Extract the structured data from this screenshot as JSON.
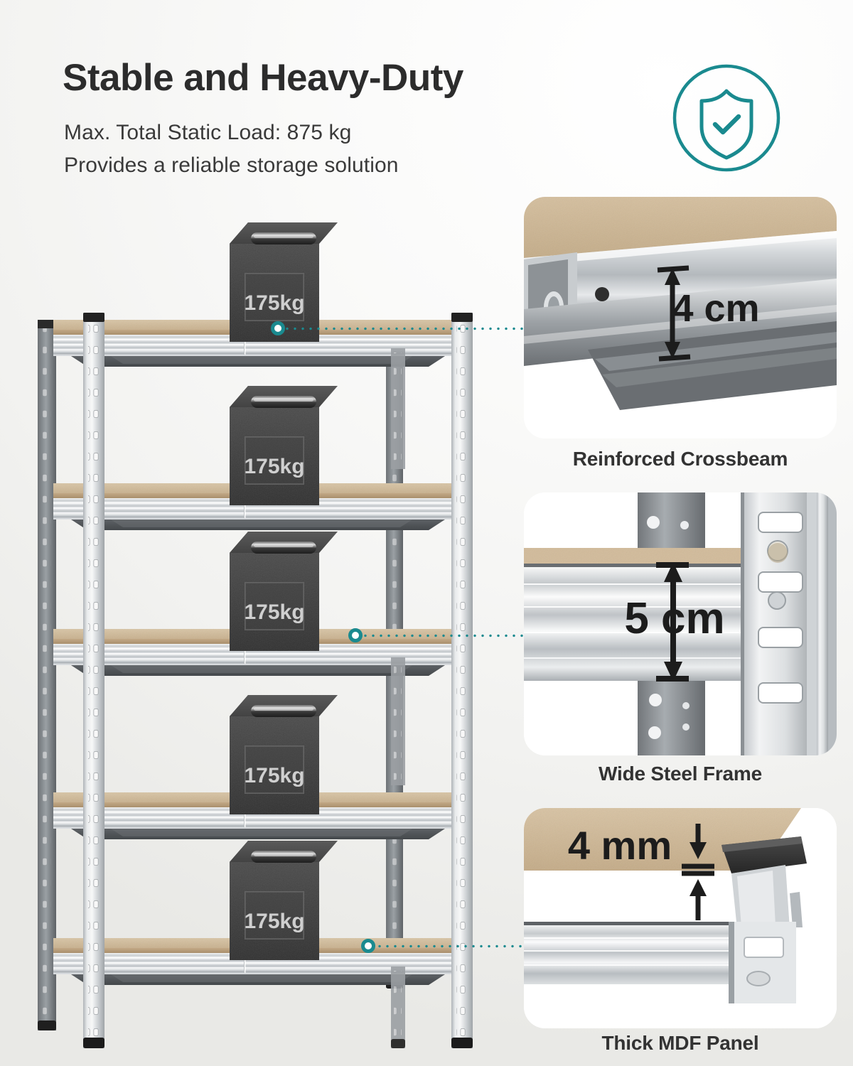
{
  "header": {
    "headline": "Stable and Heavy-Duty",
    "subtitle_line1": "Max. Total Static Load: 875 kg",
    "subtitle_line2": "Provides a reliable storage solution",
    "badge_icon": "shield-check-icon"
  },
  "theme": {
    "accent_teal": "#1a8a8f",
    "text_dark": "#2c2c2c",
    "text_body": "#3a3a3a",
    "mdf_tan": "#c9b393",
    "steel_silver": "#d6d8d9",
    "weight_dark": "#3b3b3b",
    "background": "#fbfbfa"
  },
  "product": {
    "type": "5-tier galvanized steel storage shelving unit",
    "shelf_count": 5,
    "shelf_load_label": "175kg",
    "weights": [
      {
        "label": "175kg",
        "tier": 1
      },
      {
        "label": "175kg",
        "tier": 2
      },
      {
        "label": "175kg",
        "tier": 3
      },
      {
        "label": "175kg",
        "tier": 4
      },
      {
        "label": "175kg",
        "tier": 5
      }
    ]
  },
  "features": [
    {
      "id": "crossbeam",
      "label": "Reinforced Crossbeam",
      "dimension": "4 cm",
      "image_alt": "close-up of silver steel crossbeam supporting MDF board"
    },
    {
      "id": "frame",
      "label": "Wide Steel Frame",
      "dimension": "5 cm",
      "image_alt": "close-up of wide ribbed steel frame beam and perforated upright post"
    },
    {
      "id": "panel",
      "label": "Thick MDF Panel",
      "dimension": "4 mm",
      "image_alt": "close-up of thick MDF board edge resting on steel beam with black corner cap"
    }
  ],
  "connectors": [
    {
      "from": "shelf-tier-1",
      "to": "crossbeam"
    },
    {
      "from": "shelf-tier-3",
      "to": "frame"
    },
    {
      "from": "shelf-tier-5",
      "to": "panel"
    }
  ]
}
